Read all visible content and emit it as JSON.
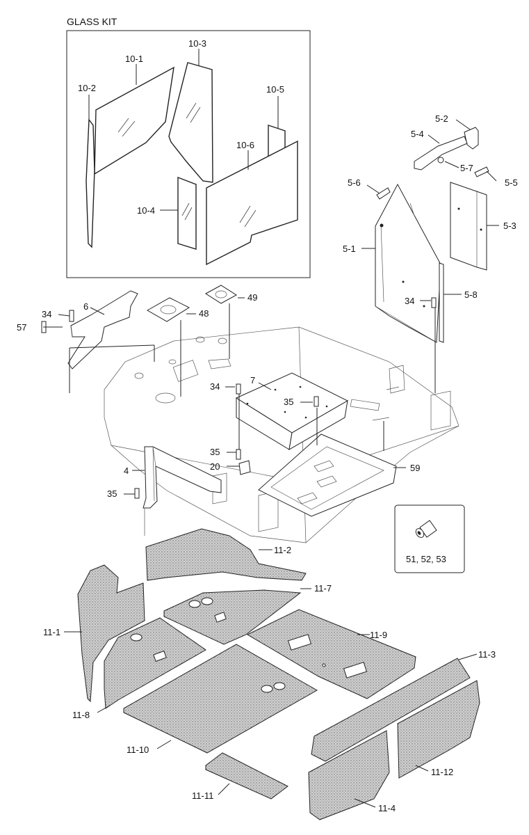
{
  "glass_kit": {
    "title": "GLASS KIT",
    "labels": [
      "10-1",
      "10-2",
      "10-3",
      "10-4",
      "10-5",
      "10-6"
    ]
  },
  "bracket_group": {
    "labels": [
      "5-1",
      "5-2",
      "5-3",
      "5-4",
      "5-5",
      "5-6",
      "5-7",
      "5-8"
    ]
  },
  "floor_group": {
    "labels": [
      "4",
      "6",
      "7",
      "20",
      "34",
      "34",
      "34",
      "35",
      "35",
      "35",
      "48",
      "49",
      "57",
      "59"
    ]
  },
  "inset": {
    "label": "51, 52, 53"
  },
  "mat_group": {
    "labels": [
      "11-1",
      "11-2",
      "11-3",
      "11-4",
      "11-7",
      "11-8",
      "11-9",
      "11-10",
      "11-11",
      "11-12"
    ]
  }
}
